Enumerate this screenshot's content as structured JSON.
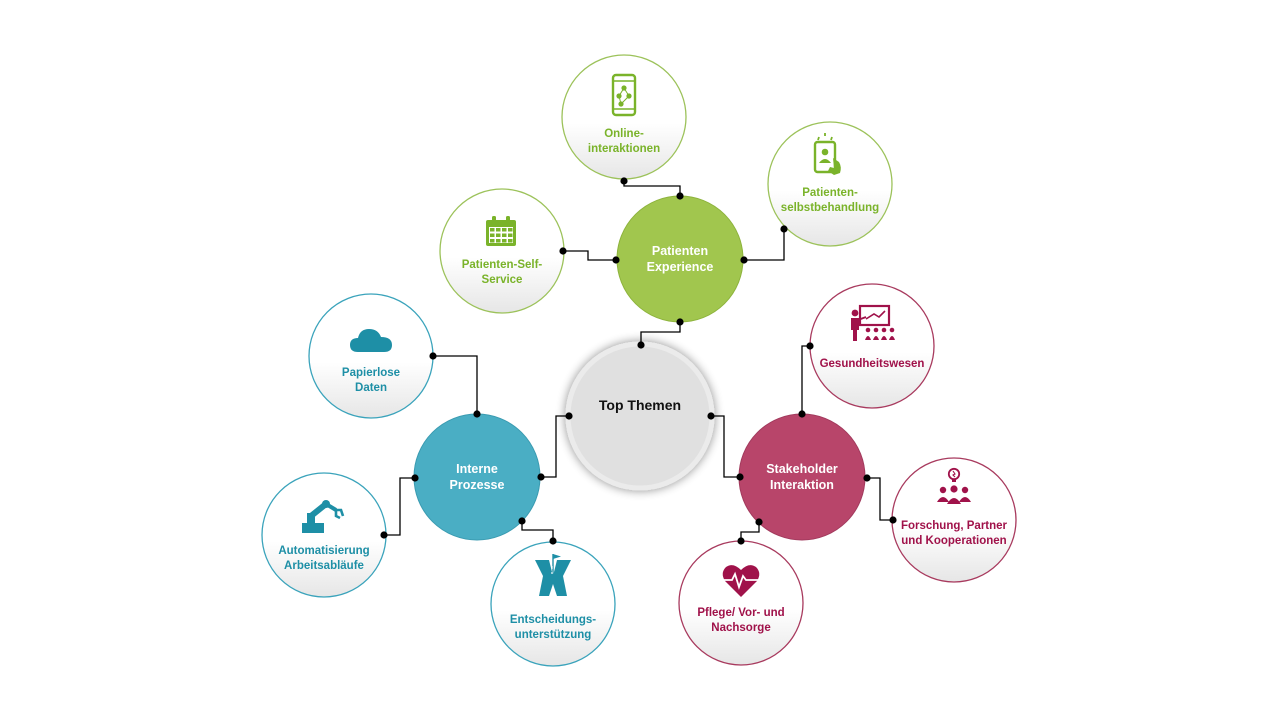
{
  "colors": {
    "green": "#a1c64e",
    "green_text": "#7ab32a",
    "green_border": "#9cc25a",
    "teal": "#4aaec4",
    "teal_text": "#1e8fa6",
    "teal_border": "#3aa3bb",
    "red": "#b8456a",
    "red_text": "#a0124a",
    "red_border": "#a83a5e",
    "center": "#e2e2e2",
    "line": "#000000"
  },
  "center": {
    "lines": [
      "Top Themen"
    ]
  },
  "hubs": {
    "patienten": {
      "lines": [
        "Patienten",
        "Experience"
      ]
    },
    "intern": {
      "lines": [
        "Interne",
        "Prozesse"
      ]
    },
    "stakeholder": {
      "lines": [
        "Stakeholder",
        "Interaktion"
      ]
    }
  },
  "nodes": {
    "online": {
      "lines": [
        "Online-",
        "interaktionen"
      ],
      "icon": "smartphone-network-icon"
    },
    "selbstbehandlung": {
      "lines": [
        "Patienten-",
        "selbstbehandlung"
      ],
      "icon": "phone-user-hand-icon"
    },
    "selfservice": {
      "lines": [
        "Patienten-Self-",
        "Service"
      ],
      "icon": "calendar-icon"
    },
    "papierlos": {
      "lines": [
        "Papierlose",
        "Daten"
      ],
      "icon": "cloud-icon"
    },
    "automatisierung": {
      "lines": [
        "Automatisierung",
        "Arbeitsabläufe"
      ],
      "icon": "robot-arm-icon"
    },
    "entscheidung": {
      "lines": [
        "Entscheidungs-",
        "unterstützung"
      ],
      "icon": "road-flag-icon"
    },
    "gesundheit": {
      "lines": [
        "Gesundheitswesen"
      ],
      "icon": "presentation-icon"
    },
    "forschung": {
      "lines": [
        "Forschung, Partner",
        "und Kooperationen"
      ],
      "icon": "idea-team-icon"
    },
    "pflege": {
      "lines": [
        "Pflege/ Vor- und",
        "Nachsorge"
      ],
      "icon": "heart-pulse-icon"
    }
  }
}
